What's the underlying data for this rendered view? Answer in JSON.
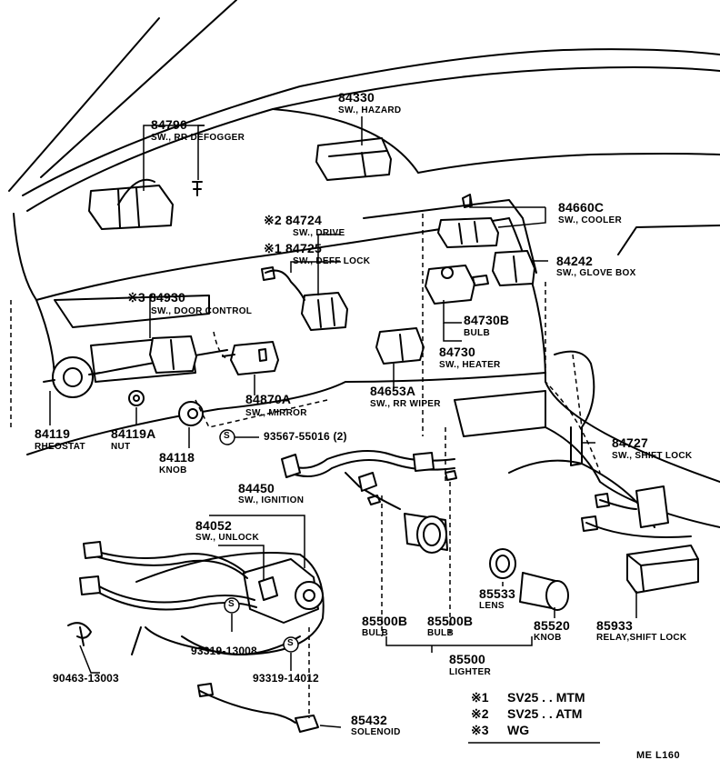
{
  "parts": {
    "p84330": {
      "num": "84330",
      "name": "SW., HAZARD"
    },
    "p84790": {
      "num": "84790",
      "name": "SW., RR DEFOGGER"
    },
    "p84724": {
      "num": "※2 84724",
      "name": "SW., DRIVE"
    },
    "p84725": {
      "num": "※1 84725",
      "name": "SW., DEFF LOCK"
    },
    "p84930": {
      "num": "※3 84930",
      "name": "SW., DOOR CONTROL"
    },
    "p84660c": {
      "num": "84660C",
      "name": "SW., COOLER"
    },
    "p84242": {
      "num": "84242",
      "name": "SW., GLOVE BOX"
    },
    "p84730b": {
      "num": "84730B",
      "name": "BULB"
    },
    "p84730": {
      "num": "84730",
      "name": "SW., HEATER"
    },
    "p84870a": {
      "num": "84870A",
      "name": "SW., MIRROR"
    },
    "p84653a": {
      "num": "84653A",
      "name": "SW., RR WIPER"
    },
    "p84119": {
      "num": "84119",
      "name": "RHEOSTAT"
    },
    "p84119a": {
      "num": "84119A",
      "name": "NUT"
    },
    "p84118": {
      "num": "84118",
      "name": "KNOB"
    },
    "p93567": {
      "num": "93567-55016 (2)"
    },
    "p84727": {
      "num": "84727",
      "name": "SW., SHIFT LOCK"
    },
    "p84450": {
      "num": "84450",
      "name": "SW., IGNITION"
    },
    "p84052": {
      "num": "84052",
      "name": "SW., UNLOCK"
    },
    "p85533": {
      "num": "85533",
      "name": "LENS"
    },
    "p85520": {
      "num": "85520",
      "name": "KNOB"
    },
    "p85933": {
      "num": "85933",
      "name": "RELAY,SHIFT LOCK"
    },
    "p85500b1": {
      "num": "85500B",
      "name": "BULB"
    },
    "p85500b2": {
      "num": "85500B",
      "name": "BULB"
    },
    "p85500": {
      "num": "85500",
      "name": "LIGHTER"
    },
    "p90463": {
      "num": "90463-13003"
    },
    "p93319a": {
      "num": "93319-13008"
    },
    "p93319b": {
      "num": "93319-14012"
    },
    "p85432": {
      "num": "85432",
      "name": "SOLENOID"
    }
  },
  "legend": [
    {
      "mark": "※1",
      "text": "SV25 . . MTM"
    },
    {
      "mark": "※2",
      "text": "SV25 . . ATM"
    },
    {
      "mark": "※3",
      "text": "WG"
    }
  ],
  "screw_symbol": "S",
  "corner_code": "ME  L160"
}
